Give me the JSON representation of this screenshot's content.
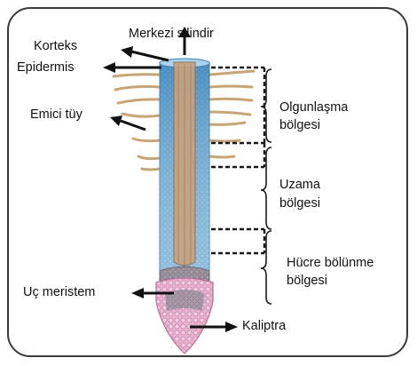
{
  "labels": {
    "central_cylinder": "Merkezi silindir",
    "cortex": "Korteks",
    "epidermis": "Epidermis",
    "root_hair": "Emici tüy",
    "maturation_l1": "Olgunlaşma",
    "maturation_l2": "bölgesi",
    "elongation_l1": "Uzama",
    "elongation_l2": "bölgesi",
    "division_l1": "Hücre bölünme",
    "division_l2": "bölgesi",
    "apical_meristem": "Uç meristem",
    "root_cap": "Kaliptra"
  },
  "colors": {
    "epidermis_blue": "#6aaed6",
    "central_cylinder": "#c9a27c",
    "root_hair": "#c8a574",
    "meristem": "#9d8a9c",
    "root_cap": "#e3a9c8",
    "arrow": "#111111"
  }
}
